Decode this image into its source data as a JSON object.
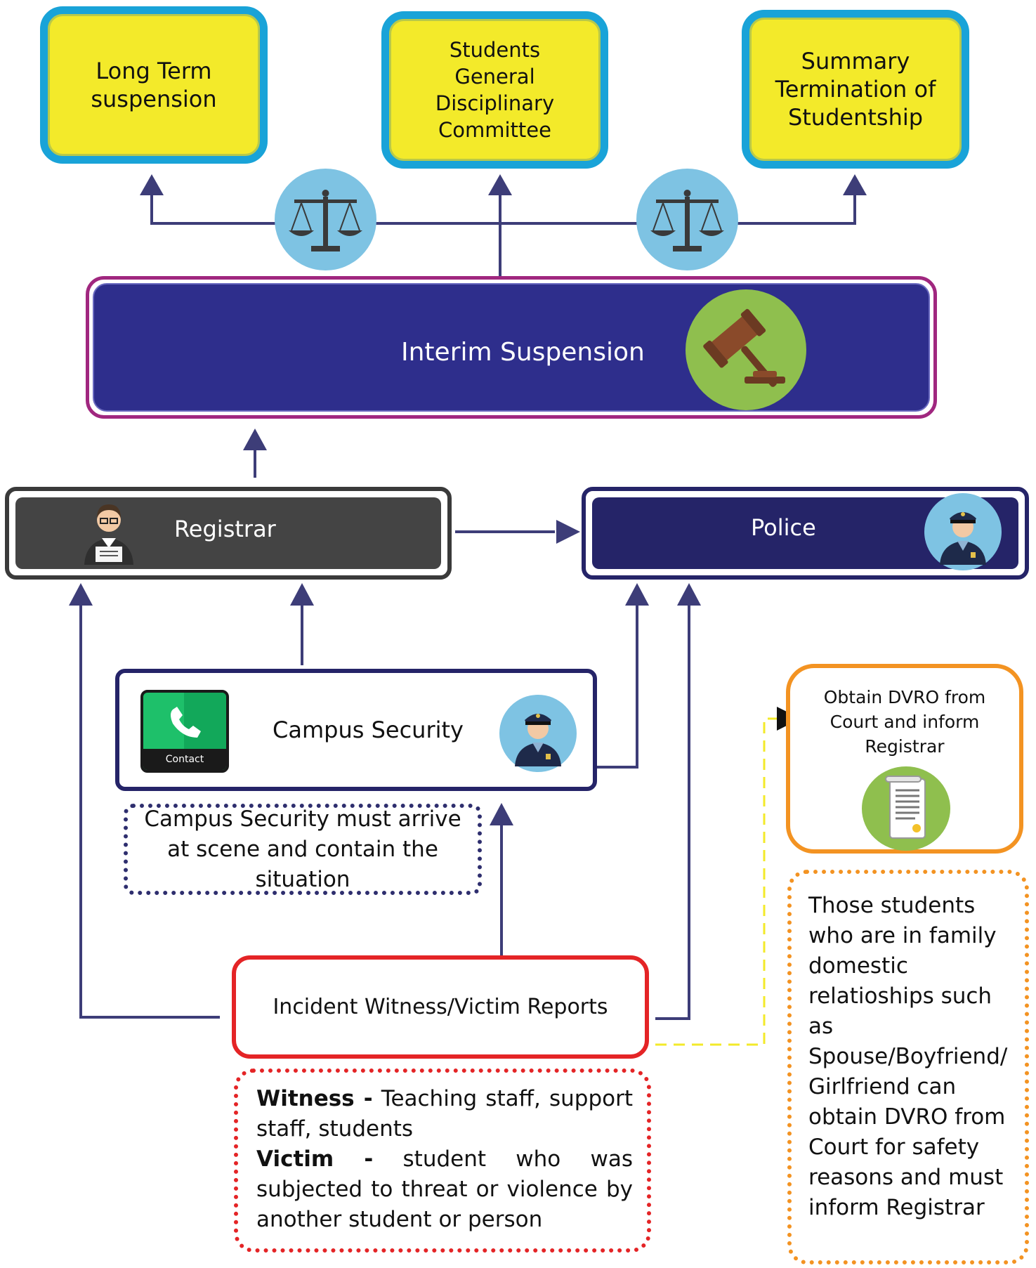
{
  "top_boxes": {
    "long_term": "Long Term suspension",
    "committee": "Students General Disciplinary Committee",
    "termination": "Summary Termination of Studentship"
  },
  "interim": {
    "label": "Interim Suspension"
  },
  "registrar": {
    "label": "Registrar"
  },
  "police": {
    "label": "Police"
  },
  "campus_security": {
    "label": "Campus Security",
    "contact_label": "Contact",
    "note": "Campus Security must arrive at scene and contain the situation"
  },
  "incident": {
    "label": "Incident Witness/Victim Reports"
  },
  "definitions": {
    "witness_term": "Witness -",
    "witness_text": " Teaching staff, support staff, students",
    "victim_term": "Victim -",
    "victim_text": " student who was subjected to threat or violence by another student or person"
  },
  "dvro": {
    "label": "Obtain DVRO from Court and inform Registrar",
    "note": "Those students who are in family domestic relatioships such as Spouse/Boyfriend/ Girlfriend can obtain DVRO from Court for safety reasons and must inform Registrar"
  },
  "icons": {
    "scales": "scales-of-justice-icon",
    "gavel": "gavel-icon",
    "officer": "police-officer-icon",
    "registrar": "registrar-person-icon",
    "phone": "phone-contact-icon",
    "document": "court-document-icon"
  },
  "colors": {
    "navy": "#2e2e8c",
    "arrow": "#3d3d78",
    "yellow_box": "#f3ea2a",
    "cyan_border": "#19a3d8",
    "magenta_border": "#a0277f",
    "red_border": "#e42426",
    "orange_border": "#f39322",
    "police_dark": "#252468",
    "registrar_dark": "#444444",
    "circle_blue": "#7ec3e3",
    "circle_green": "#8fbf4e"
  }
}
